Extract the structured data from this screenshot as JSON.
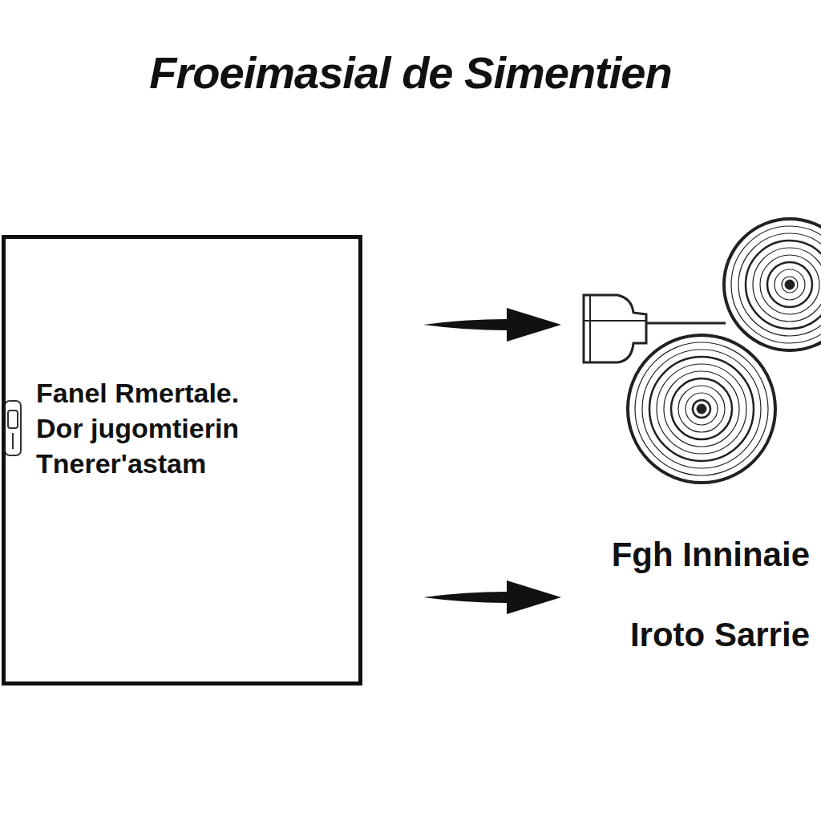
{
  "diagram": {
    "title": "Froeimasial de Simentien",
    "nodes": [
      {
        "text": [
          "Fanel Rmertale. Dor jugomtierin Tnerer'astam"
        ]
      }
    ],
    "labels": [
      "Fgh Inninaie",
      "Iroto Sarrie"
    ]
  }
}
